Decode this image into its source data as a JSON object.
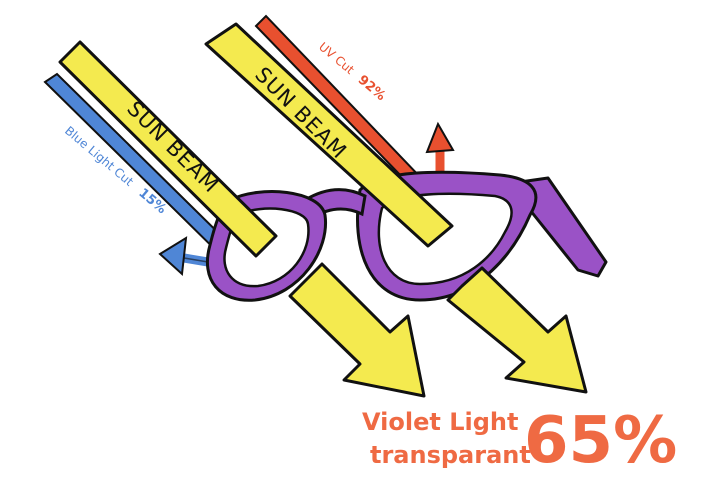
{
  "beams": {
    "left": "SUN BEAM",
    "right": "SUN BEAM"
  },
  "uv_cut": {
    "label": "UV Cut",
    "percent": "92%"
  },
  "blue_light_cut": {
    "label": "Blue Light Cut",
    "percent": "15%"
  },
  "violet": {
    "line1": "Violet Light",
    "line2": "transparant",
    "percent": "65%"
  },
  "colors": {
    "beam": "#f4ea4f",
    "glasses": "#9a52c6",
    "uv_arrow": "#e8502f",
    "blue_arrow": "#4f86d6",
    "violet_text": "#ef6a43",
    "outline": "#111111"
  }
}
